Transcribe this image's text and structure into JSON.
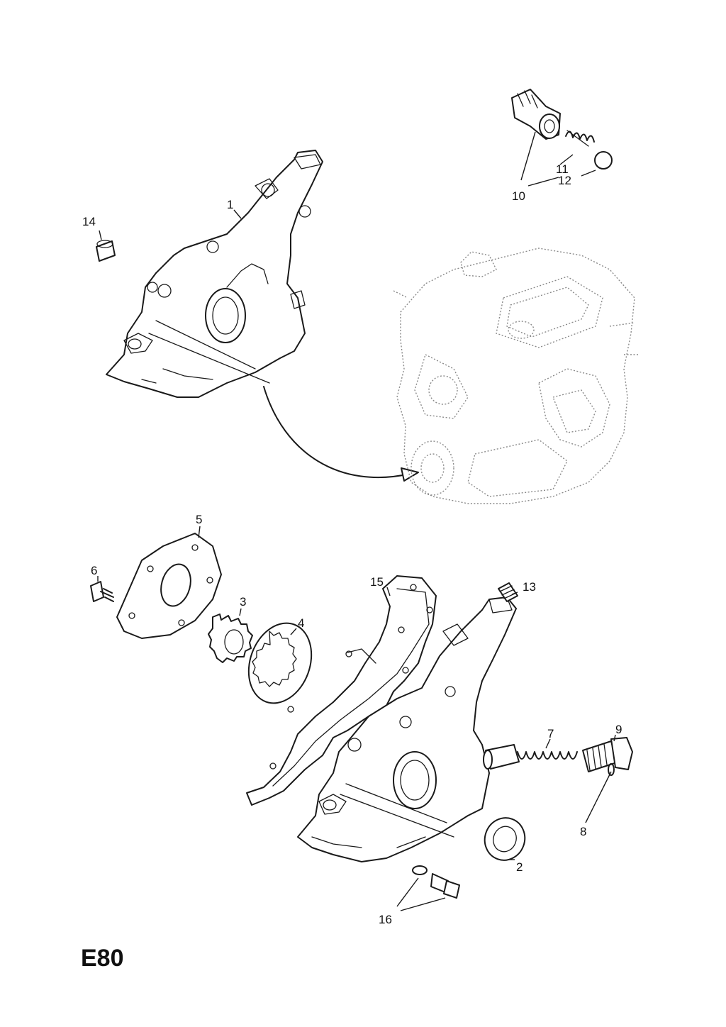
{
  "diagram": {
    "page_code": "E80",
    "callouts": [
      "1",
      "2",
      "3",
      "4",
      "5",
      "6",
      "7",
      "8",
      "9",
      "10",
      "11",
      "12",
      "13",
      "14",
      "15",
      "16"
    ]
  }
}
